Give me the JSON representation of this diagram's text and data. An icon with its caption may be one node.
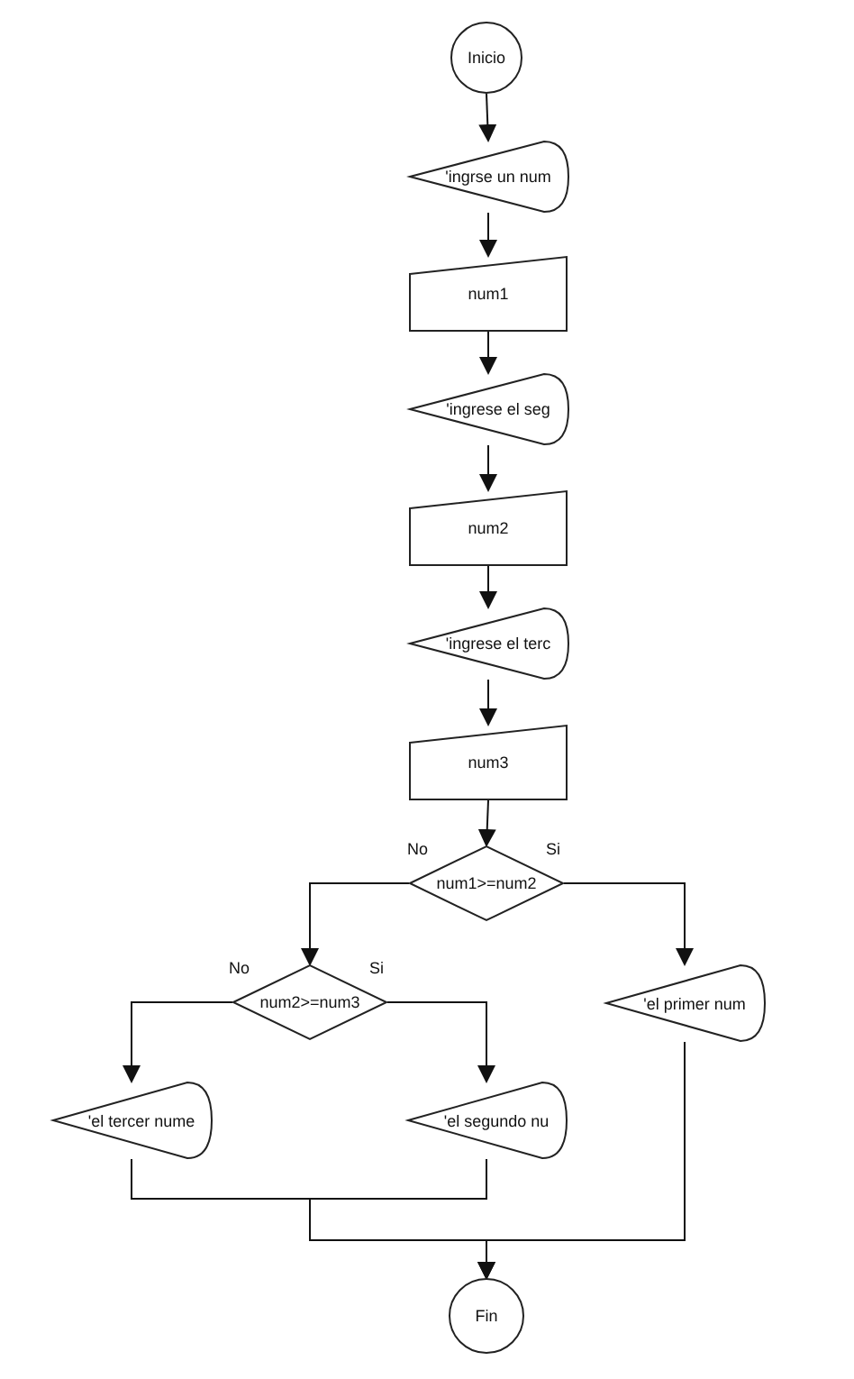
{
  "diagram": {
    "nodes": [
      {
        "text": [
          "Inicio"
        ]
      },
      {
        "text": [
          "'ingrse un num"
        ]
      },
      {
        "text": [
          "num1"
        ]
      },
      {
        "text": [
          "'ingrese el seg"
        ]
      },
      {
        "text": [
          "num2"
        ]
      },
      {
        "text": [
          "'ingrese el terc"
        ]
      },
      {
        "text": [
          "num3"
        ]
      },
      {
        "text": [
          "num1>=num2"
        ]
      },
      {
        "text": [
          "num2>=num3"
        ]
      },
      {
        "text": [
          "'el tercer nume"
        ]
      },
      {
        "text": [
          "'el segundo nu"
        ]
      },
      {
        "text": [
          "'el primer num"
        ]
      },
      {
        "text": [
          "Fin"
        ]
      }
    ],
    "edges": [
      {
        "from": 0,
        "to": 1,
        "arrow": "to"
      },
      {
        "from": 1,
        "to": 2,
        "arrow": "to"
      },
      {
        "from": 2,
        "to": 3,
        "arrow": "to"
      },
      {
        "from": 3,
        "to": 4,
        "arrow": "to"
      },
      {
        "from": 4,
        "to": 5,
        "arrow": "to"
      },
      {
        "from": 5,
        "to": 6,
        "arrow": "to"
      },
      {
        "from": 6,
        "to": 7,
        "arrow": "to"
      },
      {
        "from": 7,
        "to": 8,
        "arrow": "to",
        "label": "No"
      },
      {
        "from": 7,
        "to": 11,
        "arrow": "to",
        "label": "Si"
      },
      {
        "from": 8,
        "to": 9,
        "arrow": "to",
        "label": "No"
      },
      {
        "from": 8,
        "to": 10,
        "arrow": "to",
        "label": "Si"
      },
      {
        "from": 9,
        "to": 12,
        "arrow": "to"
      },
      {
        "from": 10,
        "to": 12,
        "arrow": "to"
      },
      {
        "from": 11,
        "to": 12,
        "arrow": "to"
      }
    ]
  }
}
